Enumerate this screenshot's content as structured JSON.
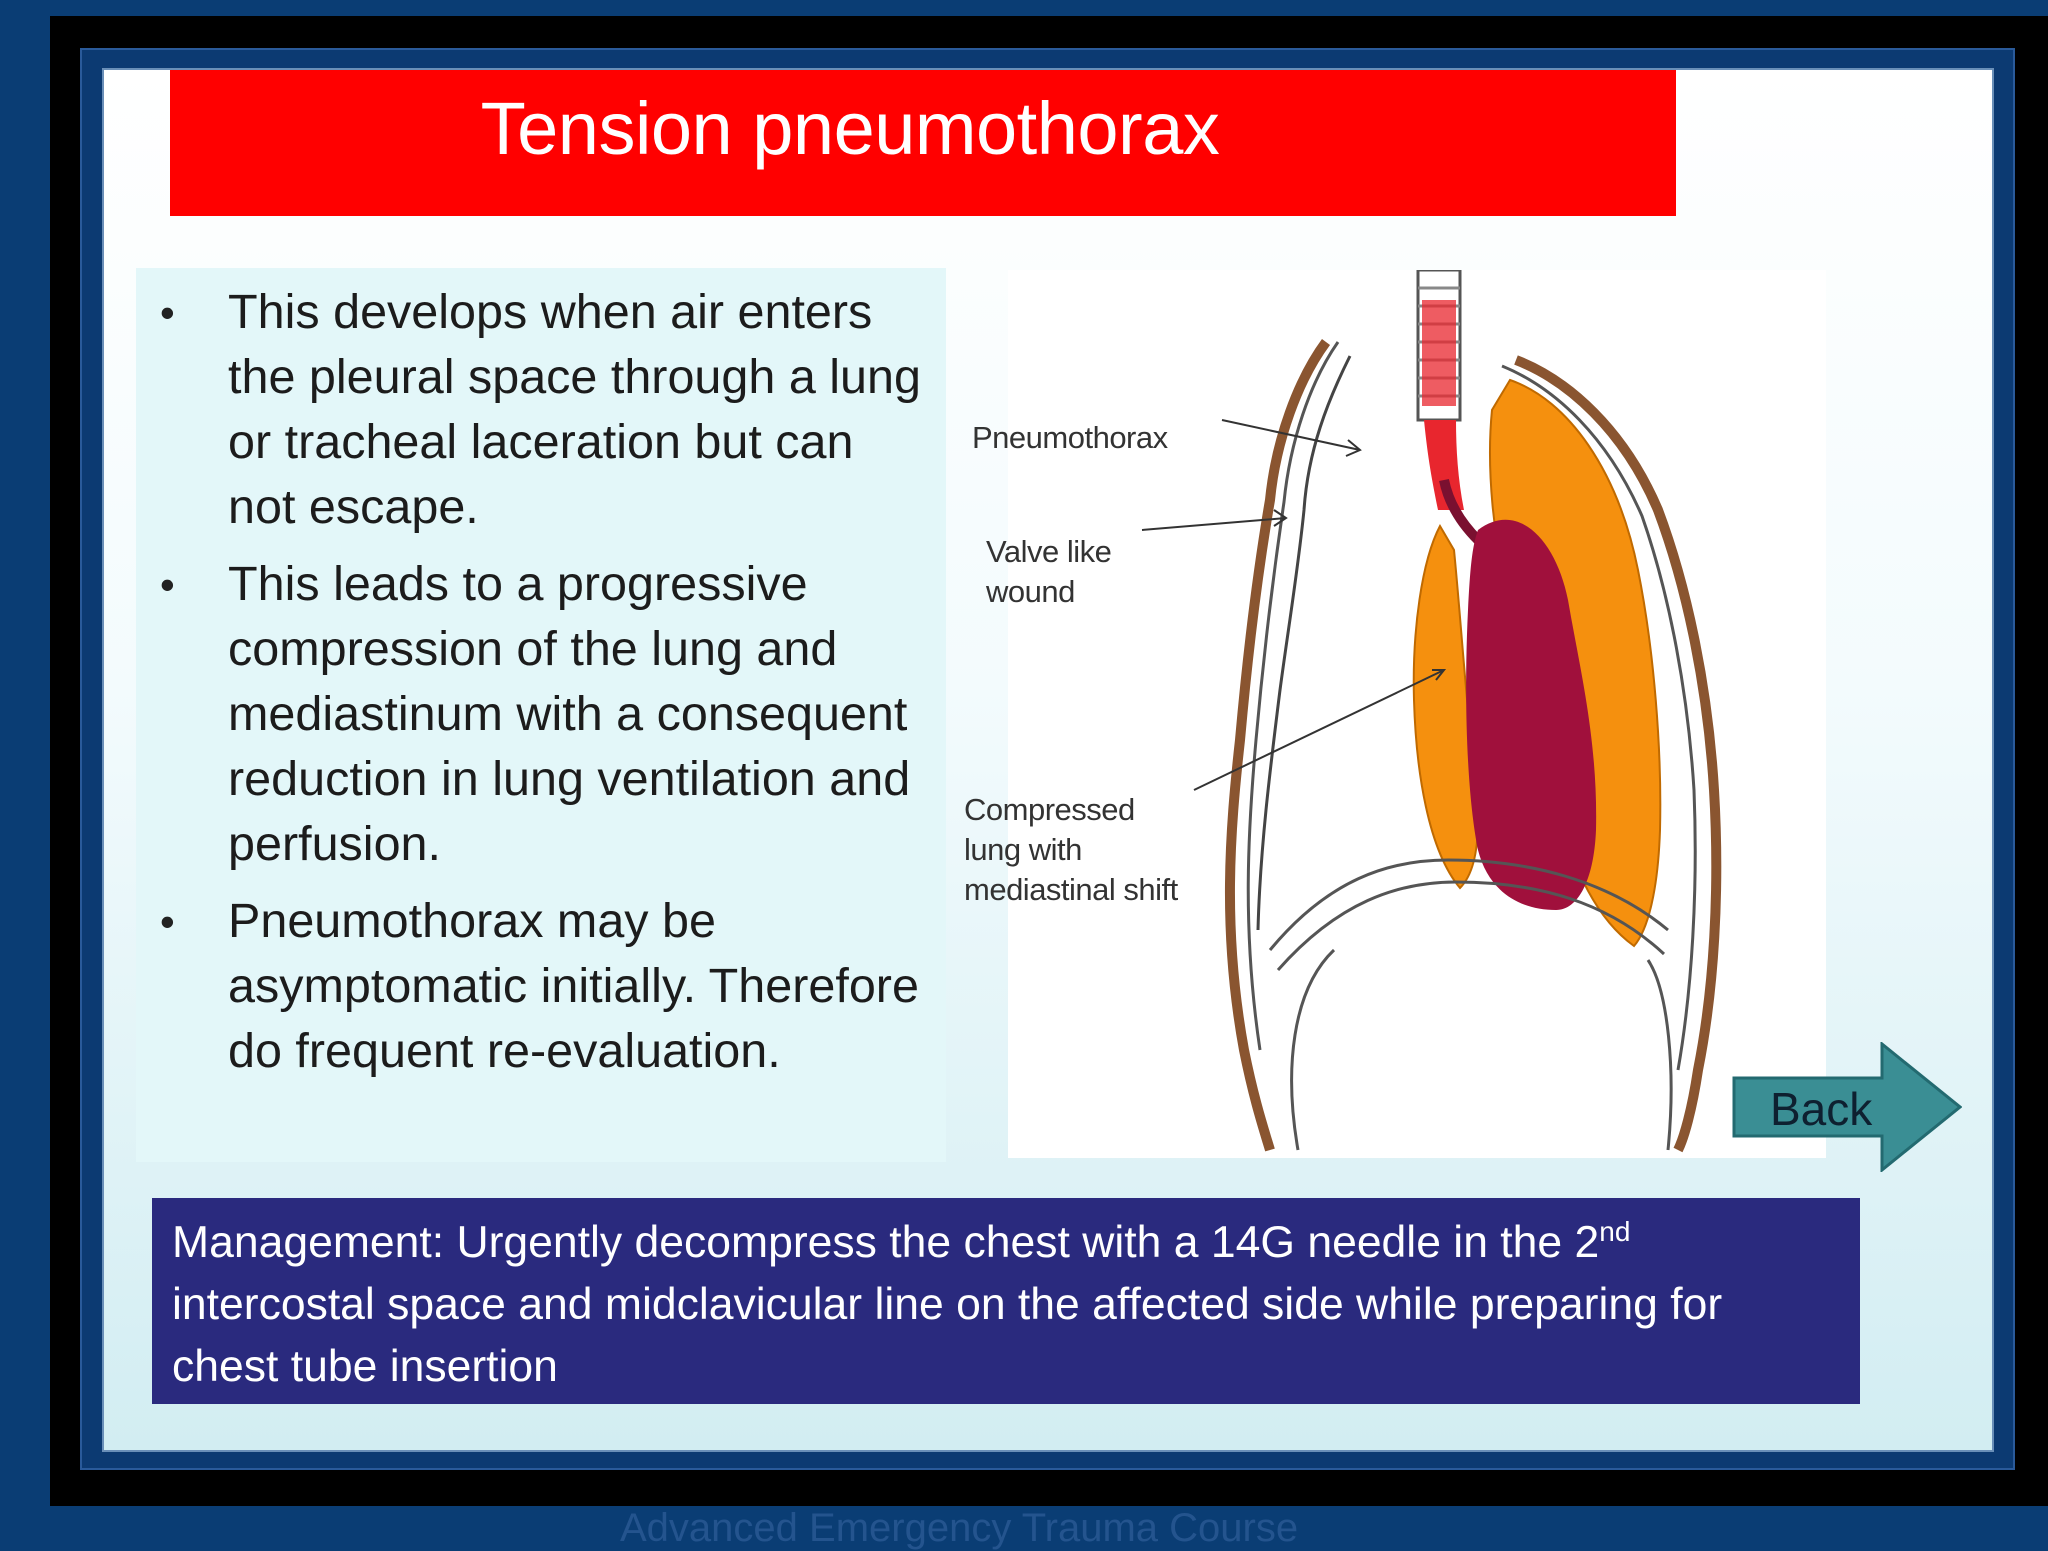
{
  "slide": {
    "title": "Tension pneumothorax",
    "bullets": [
      "This develops when air enters the pleural space through a lung or tracheal laceration but can not escape.",
      "This leads to a progressive compression of the lung and mediastinum with a consequent reduction in lung ventilation and perfusion.",
      "Pneumothorax may be asymptomatic initially. Therefore do frequent re-evaluation."
    ],
    "bullet_symbol": "•",
    "diagram": {
      "labels": {
        "pneumothorax": "Pneumothorax",
        "valve_line1": "Valve like",
        "valve_line2": "wound",
        "compressed_line1": "Compressed",
        "compressed_line2": "lung with",
        "compressed_line3": "mediastinal shift"
      }
    },
    "back_button": {
      "label": "Back"
    },
    "management": {
      "text_before_sup": "Management: Urgently decompress the chest with a 14G needle in the 2",
      "superscript": "nd",
      "text_after_sup": " intercostal space and midclavicular line on the affected side while preparing for chest tube insertion"
    }
  },
  "footer": {
    "text": "Advanced Emergency Trauma Course"
  },
  "colors": {
    "background": "#0a3d74",
    "title_bar": "#ff0000",
    "management_box": "#2a2a7e",
    "back_button": "#3a8e94",
    "lung": "#f5900e",
    "heart": "#a0103c",
    "trachea": "#e8262e"
  }
}
